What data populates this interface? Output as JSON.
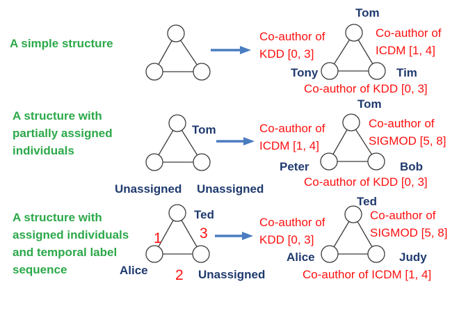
{
  "rows": [
    {
      "title_lines": [
        "A simple structure"
      ],
      "left_names": {
        "top": "",
        "left": "",
        "right": ""
      },
      "right_names": {
        "top": "Tom",
        "left": "Tony",
        "right": "Tim"
      },
      "edges": {
        "left": "Co-author of KDD [0, 3]",
        "right": "Co-author of ICDM [1, 4]",
        "bottom": "Co-author of KDD [0, 3]"
      },
      "order": {
        "left": "",
        "right": "",
        "bottom": ""
      }
    },
    {
      "title_lines": [
        "A structure with",
        "partially assigned",
        "individuals"
      ],
      "left_names": {
        "top": "Tom",
        "left": "Unassigned",
        "right": "Unassigned"
      },
      "right_names": {
        "top": "Tom",
        "left": "Peter",
        "right": "Bob"
      },
      "edges": {
        "left": "Co-author of ICDM [1, 4]",
        "right": "Co-author of SIGMOD [5, 8]",
        "bottom": "Co-author of KDD [0, 3]"
      },
      "order": {
        "left": "",
        "right": "",
        "bottom": ""
      }
    },
    {
      "title_lines": [
        "A structure with",
        "assigned individuals",
        "and temporal label",
        "sequence"
      ],
      "left_names": {
        "top": "Ted",
        "left": "Alice",
        "right": "Unassigned"
      },
      "right_names": {
        "top": "Ted",
        "left": "Alice",
        "right": "Judy"
      },
      "edges": {
        "left": "Co-author of KDD [0, 3]",
        "right": "Co-author of SIGMOD [5, 8]",
        "bottom": "Co-author of ICDM [1, 4]"
      },
      "order": {
        "left": "1",
        "right": "3",
        "bottom": "2"
      }
    }
  ],
  "colors": {
    "title": "#2ca84a",
    "name": "#1f3a6e",
    "edge_label": "#ff1010",
    "arrow": "#4a7cc0"
  }
}
